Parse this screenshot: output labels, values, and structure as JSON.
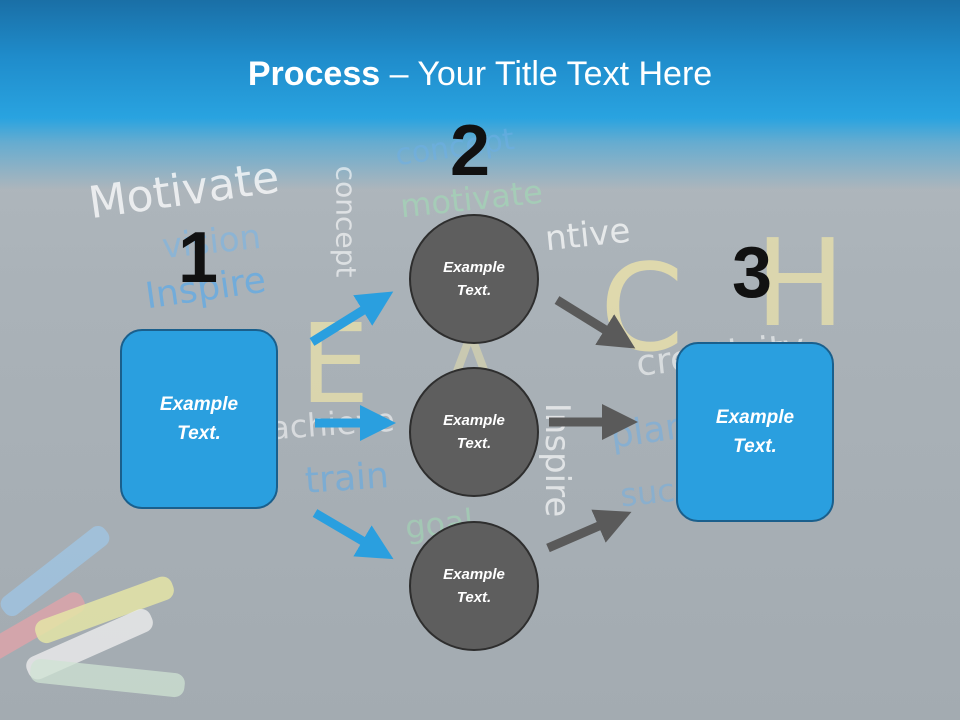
{
  "title": {
    "bold": "Process",
    "rest": " – Your Title Text Here"
  },
  "steps": [
    "1",
    "2",
    "3"
  ],
  "left_box": {
    "line1": "Example",
    "line2": "Text."
  },
  "circles": [
    {
      "line1": "Example",
      "line2": "Text."
    },
    {
      "line1": "Example",
      "line2": "Text."
    },
    {
      "line1": "Example",
      "line2": "Text."
    }
  ],
  "right_box": {
    "line1": "Example",
    "line2": "Text."
  },
  "background_words": [
    "Motivate",
    "vision",
    "Inspire",
    "concept",
    "concept",
    "motivate",
    "ntive",
    "E",
    "A",
    "C",
    "H",
    "achieve",
    "train",
    "Inspire",
    "goal",
    "creativity",
    "planning",
    "success"
  ],
  "colors": {
    "header": "#29a3e0",
    "box_fill": "#2a9fdf",
    "circle_fill": "#5e5e5e",
    "blue_arrow": "#2a9fdf",
    "gray_arrow": "#5a5a5a"
  }
}
